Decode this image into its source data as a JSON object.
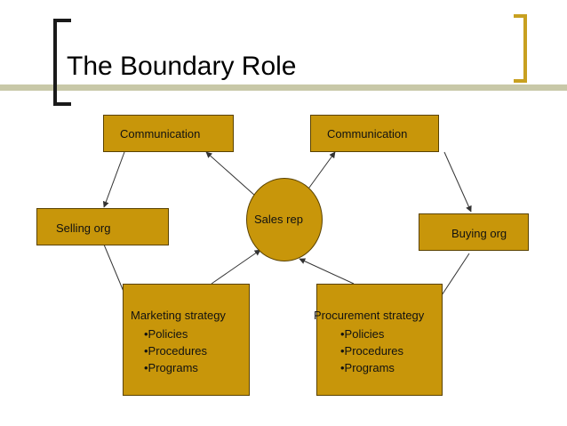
{
  "slide": {
    "title": "The Boundary Role",
    "nodes": {
      "communication_left": "Communication",
      "communication_right": "Communication",
      "selling_org": "Selling org",
      "buying_org": "Buying org",
      "sales_rep": "Sales rep",
      "marketing": {
        "heading": "Marketing strategy",
        "items": [
          "•Policies",
          "•Procedures",
          "•Programs"
        ]
      },
      "procurement": {
        "heading": "Procurement strategy",
        "items": [
          "•Policies",
          "•Procedures",
          "•Programs"
        ]
      }
    },
    "colors": {
      "box_fill": "#c8960a",
      "box_border": "#5a4200",
      "title_bar": "#c8c8a8",
      "bracket_left": "#1a1a1a",
      "bracket_right": "#c8a020"
    }
  }
}
